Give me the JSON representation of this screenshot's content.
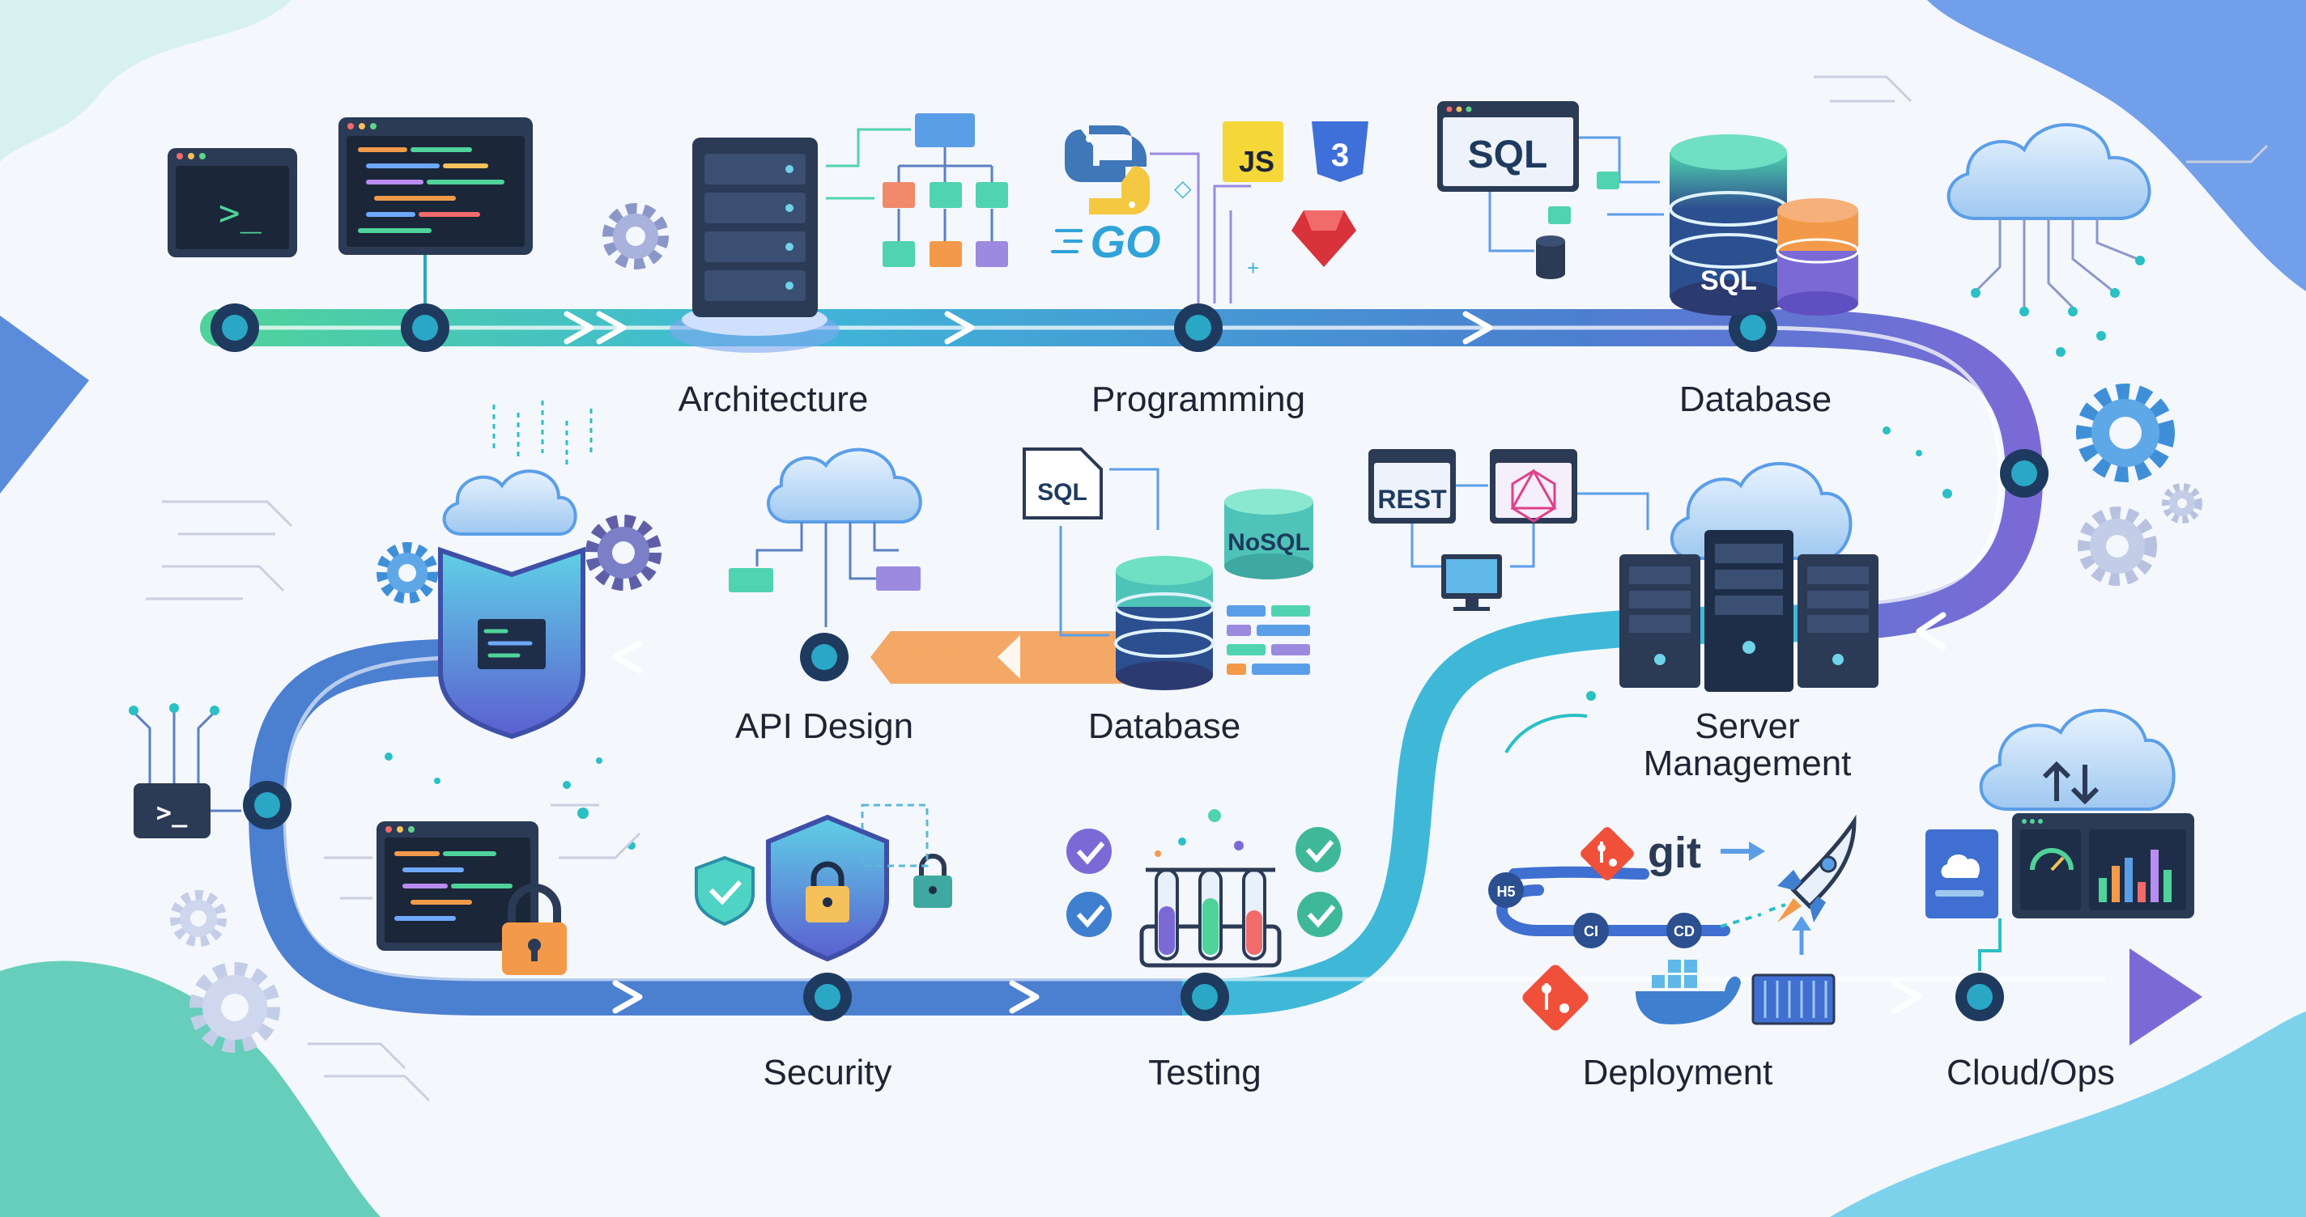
{
  "stages": [
    {
      "id": "architecture",
      "label": "Architecture"
    },
    {
      "id": "programming",
      "label": "Programming"
    },
    {
      "id": "database-top",
      "label": "Database"
    },
    {
      "id": "server-management",
      "label_line1": "Server",
      "label_line2": "Management"
    },
    {
      "id": "database-mid",
      "label": "Database"
    },
    {
      "id": "api-design",
      "label": "API Design"
    },
    {
      "id": "security",
      "label": "Security"
    },
    {
      "id": "testing",
      "label": "Testing"
    },
    {
      "id": "deployment",
      "label": "Deployment"
    },
    {
      "id": "cloud-ops",
      "label": "Cloud/Ops"
    }
  ],
  "icon_text": {
    "js": "JS",
    "css": "3",
    "go": "GO",
    "sql_box": "SQL",
    "sql_cylinder": "SQL",
    "sql_doc": "SQL",
    "nosql": "NoSQL",
    "rest": "REST",
    "git": "git",
    "html5": "H5",
    "ci": "CI",
    "cd": "CD",
    "terminal_prompt": ">_"
  },
  "colors": {
    "path_green": "#4fd39a",
    "path_teal": "#3fb8d8",
    "path_blue": "#4b7fd0",
    "path_purple": "#7b6ad6",
    "path_orange": "#f39a4a",
    "node_dark": "#1e3a5f",
    "node_fill": "#2aa7c4",
    "label": "#1e2433"
  },
  "icons": [
    "terminal-icon",
    "code-window-icon",
    "server-rack-icon",
    "gear-icon",
    "flowchart-icon",
    "python-logo-icon",
    "javascript-logo-icon",
    "css3-logo-icon",
    "go-logo-icon",
    "ruby-gem-icon",
    "sql-window-icon",
    "database-cylinder-icon",
    "cloud-network-icon",
    "shield-code-icon",
    "cloud-api-icon",
    "nosql-database-icon",
    "rest-api-icon",
    "graphql-icon",
    "monitor-icon",
    "server-towers-icon",
    "padlock-icon",
    "shield-lock-icon",
    "checkmark-icon",
    "test-tubes-icon",
    "git-logo-icon",
    "rocket-icon",
    "docker-whale-icon",
    "container-icon",
    "cloud-sync-icon",
    "dashboard-icon"
  ]
}
